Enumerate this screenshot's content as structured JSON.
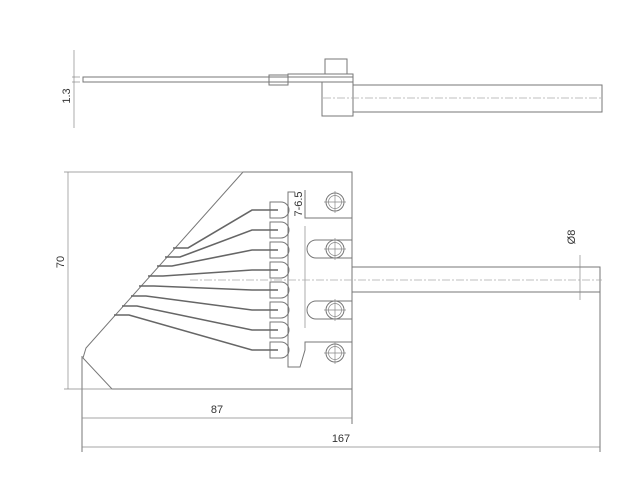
{
  "dimensions": {
    "thickness": "1.3",
    "height": "70",
    "plate_width": "87",
    "total_length": "167",
    "tube_diameter": "Ø8",
    "pitch": "7-6.5"
  },
  "colors": {
    "line": "#777777",
    "text": "#333333"
  }
}
